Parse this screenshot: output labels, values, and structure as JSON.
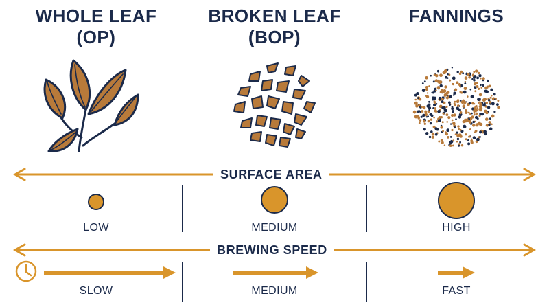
{
  "columns": [
    {
      "title_line1": "WHOLE LEAF",
      "title_line2": "(OP)"
    },
    {
      "title_line1": "BROKEN LEAF",
      "title_line2": "(BOP)"
    },
    {
      "title_line1": "FANNINGS",
      "title_line2": ""
    }
  ],
  "surface_area": {
    "label": "SURFACE AREA",
    "levels": [
      "LOW",
      "MEDIUM",
      "HIGH"
    ]
  },
  "brewing_speed": {
    "label": "BREWING SPEED",
    "levels": [
      "SLOW",
      "MEDIUM",
      "FAST"
    ]
  },
  "icons": {
    "clock": "clock-icon",
    "whole_leaf": "tea-leaves-icon",
    "broken_leaf": "broken-leaf-cluster-icon",
    "fannings": "fannings-particles-icon"
  },
  "colors": {
    "navy": "#1b2a4a",
    "accent": "#d9952b",
    "leaf": "#b87a3a"
  }
}
